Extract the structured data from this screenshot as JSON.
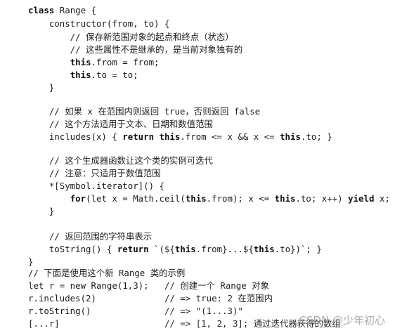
{
  "code": {
    "lines": [
      [
        {
          "t": "class",
          "k": 1
        },
        {
          "t": " Range {"
        }
      ],
      [
        {
          "t": "    constructor(from, to) {"
        }
      ],
      [
        {
          "t": "        // 保存新范围对象的起点和终点（状态）",
          "c": 1
        }
      ],
      [
        {
          "t": "        // 这些属性不是继承的，是当前对象独有的",
          "c": 1
        }
      ],
      [
        {
          "t": "        "
        },
        {
          "t": "this",
          "k": 1
        },
        {
          "t": ".from = from;"
        }
      ],
      [
        {
          "t": "        "
        },
        {
          "t": "this",
          "k": 1
        },
        {
          "t": ".to = to;"
        }
      ],
      [
        {
          "t": "    }"
        }
      ],
      [
        {
          "t": ""
        }
      ],
      [
        {
          "t": "    // 如果 x 在范围内则返回 true，否则返回 false",
          "c": 1
        }
      ],
      [
        {
          "t": "    // 这个方法适用于文本、日期和数值范围",
          "c": 1
        }
      ],
      [
        {
          "t": "    includes(x) { "
        },
        {
          "t": "return this",
          "k": 1
        },
        {
          "t": ".from <= x && x <= "
        },
        {
          "t": "this",
          "k": 1
        },
        {
          "t": ".to; }"
        }
      ],
      [
        {
          "t": ""
        }
      ],
      [
        {
          "t": "    // 这个生成器函数让这个类的实例可迭代",
          "c": 1
        }
      ],
      [
        {
          "t": "    // 注意：只适用于数值范围",
          "c": 1
        }
      ],
      [
        {
          "t": "    *[Symbol.iterator]() {"
        }
      ],
      [
        {
          "t": "        "
        },
        {
          "t": "for",
          "k": 1
        },
        {
          "t": "(let x = Math.ceil("
        },
        {
          "t": "this",
          "k": 1
        },
        {
          "t": ".from); x <= "
        },
        {
          "t": "this",
          "k": 1
        },
        {
          "t": ".to; x++) "
        },
        {
          "t": "yield",
          "k": 1
        },
        {
          "t": " x;"
        }
      ],
      [
        {
          "t": "    }"
        }
      ],
      [
        {
          "t": ""
        }
      ],
      [
        {
          "t": "    // 返回范围的字符串表示",
          "c": 1
        }
      ],
      [
        {
          "t": "    toString() { "
        },
        {
          "t": "return",
          "k": 1
        },
        {
          "t": " `(${"
        },
        {
          "t": "this",
          "k": 1
        },
        {
          "t": ".from}...${"
        },
        {
          "t": "this",
          "k": 1
        },
        {
          "t": ".to})`; }"
        }
      ],
      [
        {
          "t": "}"
        }
      ],
      [
        {
          "t": "// 下面是使用这个新 Range 类的示例",
          "c": 1
        }
      ],
      [
        {
          "t": "let r = new Range(1,3);   "
        },
        {
          "t": "// 创建一个 Range 对象",
          "c": 1
        }
      ],
      [
        {
          "t": "r.includes(2)             "
        },
        {
          "t": "// => true: 2 在范围内",
          "c": 1
        }
      ],
      [
        {
          "t": "r.toString()              "
        },
        {
          "t": "// => \"(1...3)\"",
          "c": 1
        }
      ],
      [
        {
          "t": "[...r]                    "
        },
        {
          "t": "// => [1, 2, 3]; 通过迭代器获得的数组",
          "c": 1
        }
      ]
    ]
  },
  "watermark": "CSDN @少年初心"
}
